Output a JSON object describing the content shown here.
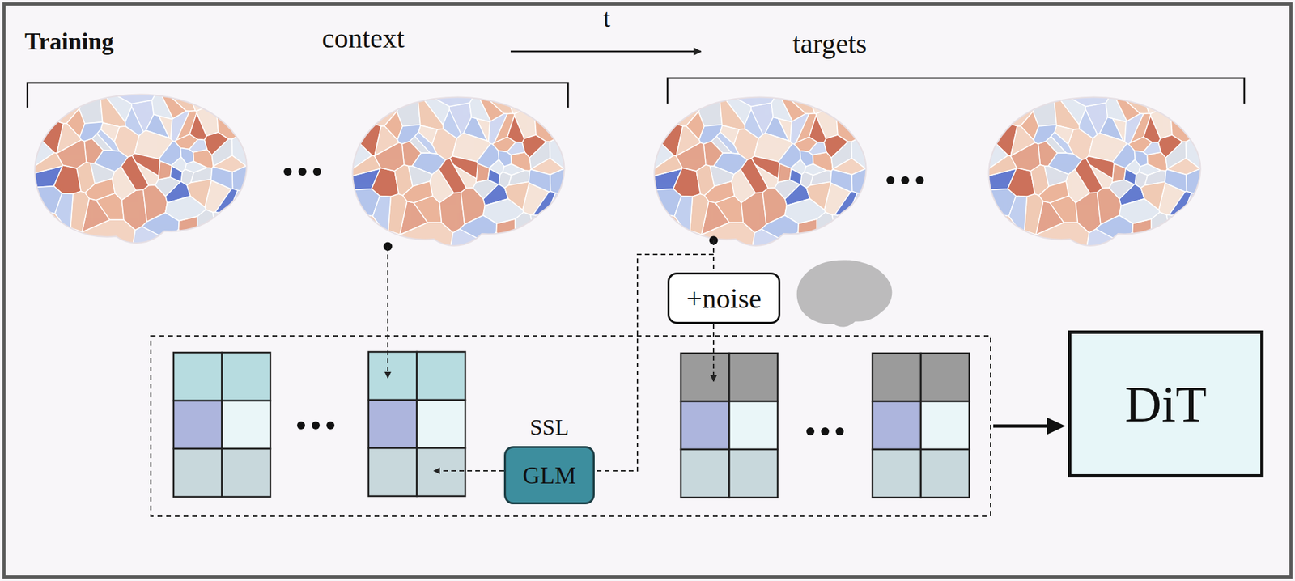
{
  "diagram": {
    "nodes": [
      {
        "text": [
          "+noise"
        ]
      },
      {
        "text": [
          "SSL",
          "GLM"
        ]
      },
      {
        "text": [
          "DiT"
        ]
      }
    ],
    "labels": [
      "Training",
      "context",
      "t",
      "targets"
    ]
  }
}
